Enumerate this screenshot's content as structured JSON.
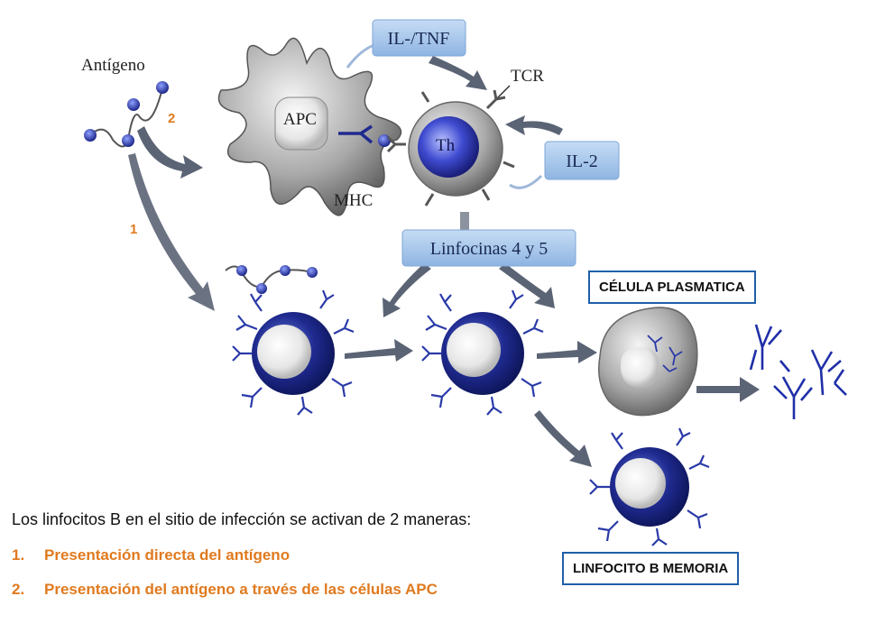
{
  "diagram": {
    "labels": {
      "antigen": "Antígeno",
      "apc": "APC",
      "mhc": "MHC",
      "th": "Th",
      "tcr": "TCR",
      "il_tnf": "IL-/TNF",
      "il2": "IL-2",
      "linfocinas": "Linfocinas 4 y 5",
      "route_1": "1",
      "route_2": "2"
    },
    "boxes": {
      "plasma_cell": "CÉLULA PLASMATICA",
      "memory_cell": "LINFOCITO B MEMORIA"
    }
  },
  "text": {
    "intro": "Los linfocitos B en el sitio de infección se activan de 2 maneras:",
    "ways": [
      {
        "num": "1.",
        "label": "Presentación directa del antígeno"
      },
      {
        "num": "2.",
        "label": "Presentación del  antígeno a través de las células APC"
      }
    ]
  },
  "colors": {
    "accent_orange": "#e07a1f",
    "cell_blue": "#1f2a8f",
    "box_border": "#1f5fa8",
    "pill_fill": "#9fc3ea"
  }
}
